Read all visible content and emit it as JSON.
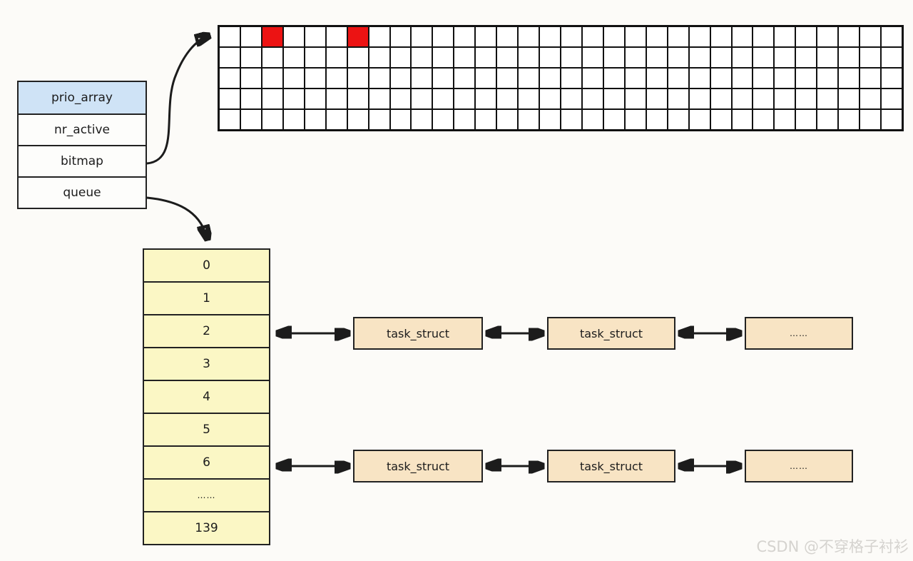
{
  "colors": {
    "header_blue": "#cfe3f6",
    "bitmap_red": "#ec1313",
    "queue_yellow": "#fbf7c5",
    "task_peach": "#f8e4c4"
  },
  "struct_box": {
    "title": "prio_array",
    "fields": [
      "nr_active",
      "bitmap",
      "queue"
    ]
  },
  "bitmap_grid": {
    "columns": 32,
    "rows": 5,
    "set_bits": [
      [
        0,
        2
      ],
      [
        0,
        6
      ]
    ]
  },
  "queue_array": {
    "labels": [
      "0",
      "1",
      "2",
      "3",
      "4",
      "5",
      "6",
      "……",
      "139"
    ],
    "linked_rows": [
      2,
      6
    ]
  },
  "task_lists": [
    {
      "attached_to_priority": "2",
      "nodes": [
        "task_struct",
        "task_struct",
        "……"
      ]
    },
    {
      "attached_to_priority": "6",
      "nodes": [
        "task_struct",
        "task_struct",
        "……"
      ]
    }
  ],
  "watermark": "CSDN @不穿格子衬衫"
}
